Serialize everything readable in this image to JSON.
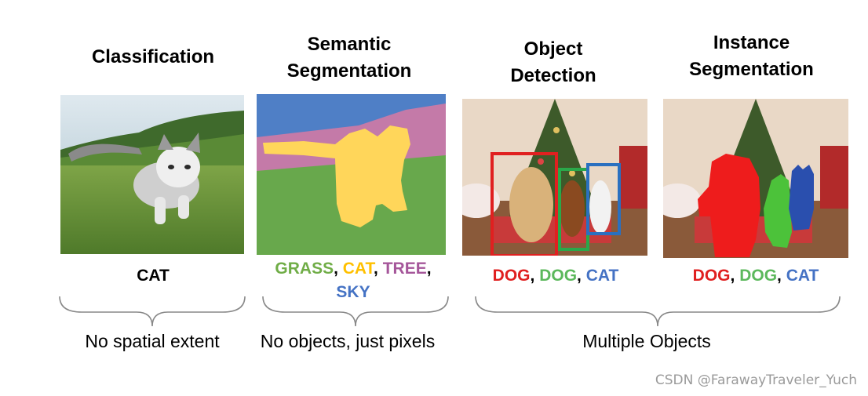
{
  "titles": {
    "classification": "Classification",
    "semantic": [
      "Semantic",
      "Segmentation"
    ],
    "detection": [
      "Object",
      "Detection"
    ],
    "instance": [
      "Instance",
      "Segmentation"
    ]
  },
  "labels": {
    "classification": "CAT",
    "semantic": [
      {
        "text": "GRASS",
        "color": "#70ad47"
      },
      {
        "text": "CAT",
        "color": "#ffc000"
      },
      {
        "text": "TREE",
        "color": "#a5569a"
      },
      {
        "text": "SKY",
        "color": "#4472c4"
      }
    ],
    "detection": [
      {
        "text": "DOG",
        "color": "#e02020"
      },
      {
        "text": "DOG",
        "color": "#5cb85c"
      },
      {
        "text": "CAT",
        "color": "#4472c4"
      }
    ],
    "instance": [
      {
        "text": "DOG",
        "color": "#e02020"
      },
      {
        "text": "DOG",
        "color": "#5cb85c"
      },
      {
        "text": "CAT",
        "color": "#4472c4"
      }
    ],
    "separator": ", "
  },
  "captions": {
    "classification": "No spatial extent",
    "semantic": "No objects, just pixels",
    "multiple": "Multiple Objects"
  },
  "watermark": "CSDN @FarawayTraveler_Yuch",
  "colors": {
    "sky": "#4f7fc6",
    "tree": "#c47aa8",
    "grass": "#68a84c",
    "cat": "#ffd65a",
    "box_dog1": "#e02020",
    "box_dog2": "#2aa84a",
    "box_cat": "#2a70c0",
    "mask_dog1": "#ee1c1c",
    "mask_dog2": "#4cc23a",
    "mask_cat": "#2a4fae"
  }
}
